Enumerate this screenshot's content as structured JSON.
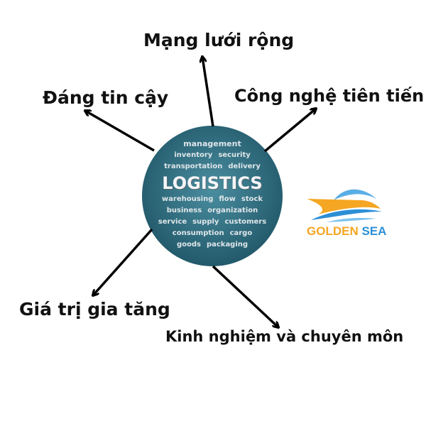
{
  "center": {
    "words": [
      "LOGISTICS",
      "management",
      "inventory",
      "transportation",
      "security",
      "business",
      "organization",
      "service",
      "supply",
      "consumption",
      "cargo",
      "goods",
      "customers",
      "stock",
      "flow",
      "delivery",
      "warehousing",
      "packaging"
    ]
  },
  "branches": [
    {
      "label": "Mạng lưới rộng"
    },
    {
      "label": "Đáng tin cậy"
    },
    {
      "label": "Công nghệ tiên tiến"
    },
    {
      "label": "Giá trị gia tăng"
    },
    {
      "label": "Kinh nghiệm và chuyên môn"
    }
  ],
  "logo": {
    "word1": "GOLDEN",
    "word2": "SEA",
    "colors": {
      "gold": "#F5A623",
      "blue": "#2C8FD6"
    }
  },
  "colors": {
    "circle": "#2f6f82",
    "arrow": "#000000"
  }
}
